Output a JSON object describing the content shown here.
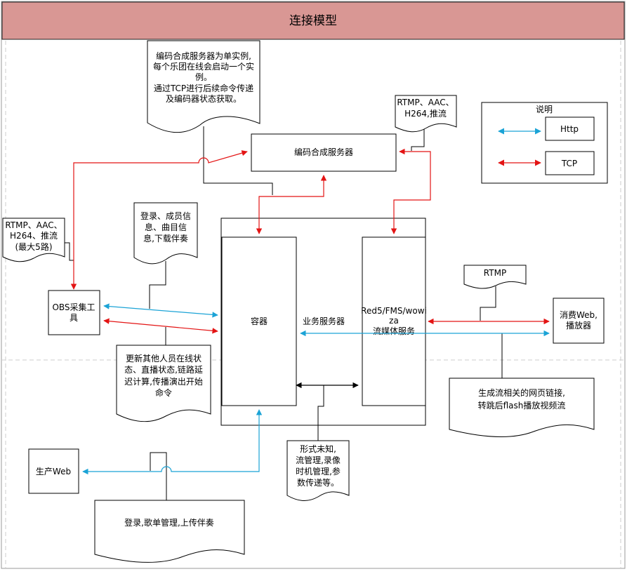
{
  "title": "连接模型",
  "legend": {
    "title": "说明",
    "http_label": "Http",
    "tcp_label": "TCP"
  },
  "colors": {
    "header_bg": "#d99794",
    "http": "#1ba3d6",
    "tcp": "#e31414"
  },
  "boxes": {
    "encoder": "编码合成服务器",
    "container": "容器",
    "business": "业务服务器",
    "streaming_line1": "Red5/FMS/wowi",
    "streaming_line2": "za",
    "streaming_line3": "流媒体服务",
    "obs_line1": "OBS采集工",
    "obs_line2": "具",
    "consumer_line1": "消费Web,",
    "consumer_line2": "播放器",
    "production": "生产Web"
  },
  "notes": {
    "encoder_note": [
      "编码合成服务器为单实例,",
      "每个乐团在线会启动一个实",
      "例。",
      "通过TCP进行后续命令传递",
      "及编码器状态获取。"
    ],
    "rtmp_push": [
      "RTMP、AAC、",
      "H264,推流"
    ],
    "rtmp_push_max": [
      "RTMP、AAC、",
      "H264、推流",
      "(最大5路)"
    ],
    "login_info": [
      "登录、成员信",
      "息、曲目信",
      "息,下载伴奏"
    ],
    "update_status": [
      "更新其他人员在线状",
      "态、直播状态,链路延",
      "迟计算,传播演出开始",
      "命令"
    ],
    "rtmp": [
      "RTMP"
    ],
    "stream_link": [
      "生成流相关的网页链接,",
      "转跳后flash播放视频流"
    ],
    "unknown_format": [
      "形式未知,",
      "流管理,录像",
      "时机管理,参",
      "数传递等。"
    ],
    "login_songs": [
      "登录,歌单管理,上传伴奏"
    ]
  }
}
